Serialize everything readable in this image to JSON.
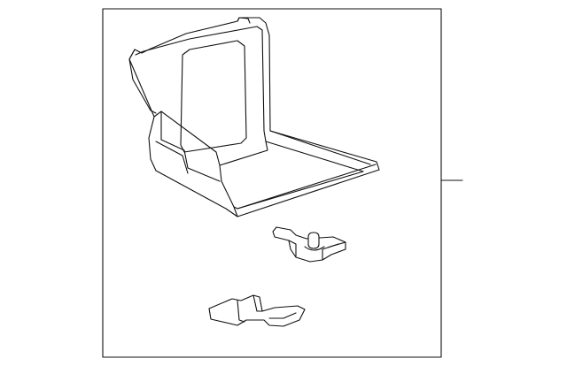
{
  "diagram": {
    "parts": [
      {
        "name": "battery-tray"
      },
      {
        "name": "hold-down-bracket"
      },
      {
        "name": "support-bracket"
      }
    ]
  }
}
